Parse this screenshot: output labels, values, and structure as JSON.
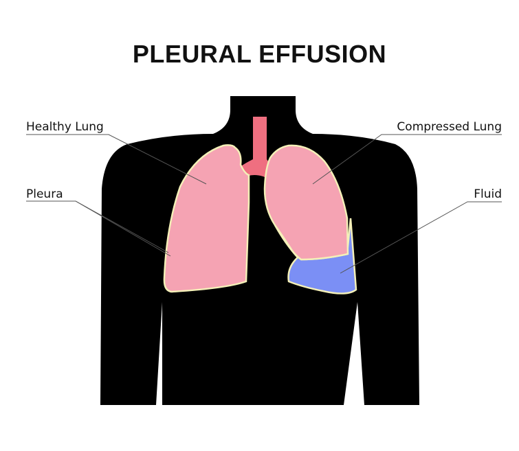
{
  "title": "PLEURAL EFFUSION",
  "labels": {
    "healthy_lung": "Healthy Lung",
    "pleura": "Pleura",
    "compressed_lung": "Compressed Lung",
    "fluid": "Fluid"
  },
  "colors": {
    "body": "#000000",
    "lung": "#f5a3b3",
    "trachea": "#ef6f80",
    "fluid": "#7b8ff5",
    "pleura": "#f4f0b8",
    "leader_line": "#555555"
  }
}
